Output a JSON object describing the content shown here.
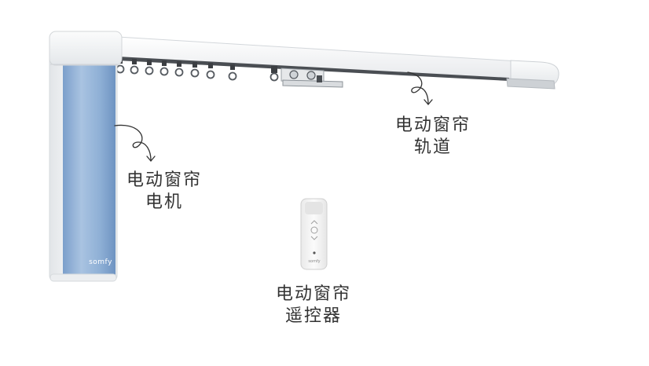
{
  "labels": {
    "motor": [
      "电动窗帘",
      "电机"
    ],
    "track": [
      "电动窗帘",
      "轨道"
    ],
    "remote": [
      "电动窗帘",
      "遥控器"
    ]
  },
  "brand": "somfy",
  "colors": {
    "motor_blue": "#8fb0d6",
    "casing_white": "#f4f5f6",
    "track_slot": "#4a4e53",
    "label_text": "#333333"
  }
}
